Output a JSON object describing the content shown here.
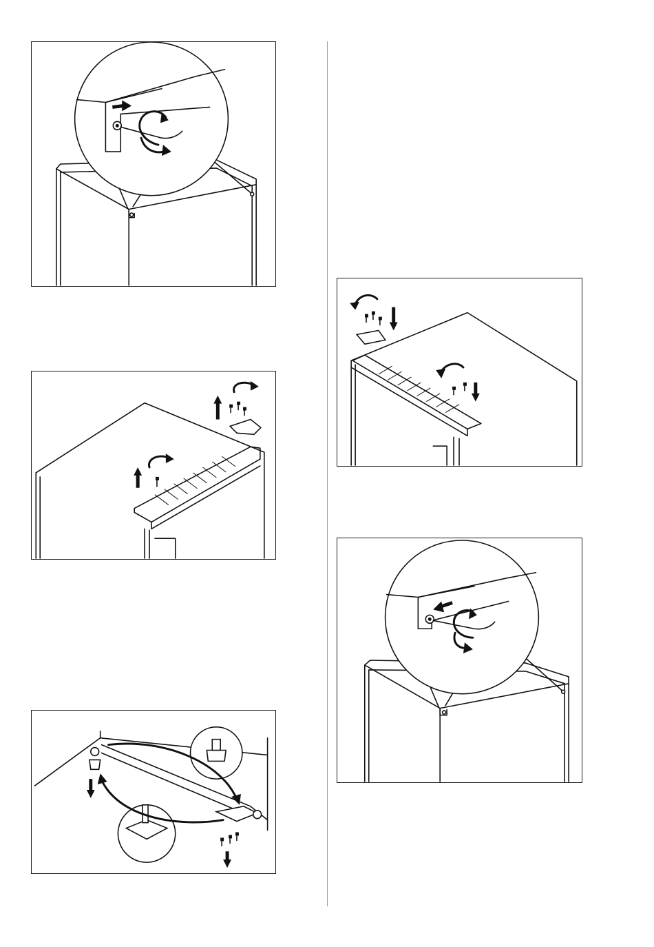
{
  "colors": {
    "line": "#111111",
    "background": "#ffffff",
    "divider": "#9a9a9a"
  },
  "figures": [
    {
      "id": "fig-1",
      "icon": "cover-screw-removal-detail"
    },
    {
      "id": "fig-2",
      "icon": "hinge-cover-lift-off"
    },
    {
      "id": "fig-3",
      "icon": "bottom-hinge-swap"
    },
    {
      "id": "fig-4",
      "icon": "hinge-cover-refit"
    },
    {
      "id": "fig-5",
      "icon": "cover-screw-refit-detail"
    }
  ]
}
